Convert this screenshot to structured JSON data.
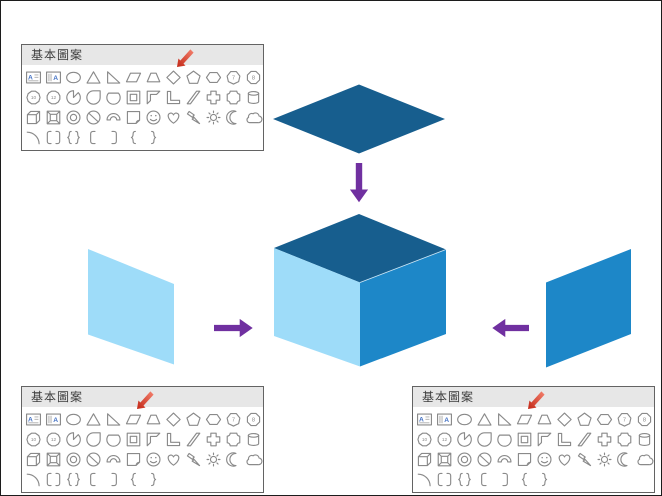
{
  "colors": {
    "dark_blue": "#175e8e",
    "medium_blue": "#1d87c8",
    "light_blue": "#9edcf9",
    "purple_arrow": "#7030a0",
    "red_arrow_light": "#f4826f",
    "red_arrow_dark": "#c22716",
    "palette_header_bg": "#e7e7e7",
    "palette_border": "#636363",
    "icon_stroke": "#8a8a8a",
    "icon_letter_blue": "#4472c4"
  },
  "palette": {
    "title": "基本圖案",
    "text_box_letter": "A",
    "polygon_labels": {
      "heptagon": "7",
      "octagon": "8",
      "decagon": "10",
      "dodecagon": "12"
    },
    "rows": [
      [
        "text-box",
        "vertical-text-box",
        "oval",
        "isosceles-triangle",
        "right-triangle",
        "parallelogram",
        "trapezoid",
        "diamond",
        "pentagon",
        "hexagon",
        "heptagon",
        "octagon"
      ],
      [
        "decagon",
        "dodecagon",
        "pie",
        "teardrop",
        "chord",
        "frame",
        "half-frame",
        "corner",
        "diagonal-stripe",
        "cross",
        "plaque",
        "can"
      ],
      [
        "cube",
        "bevel",
        "donut",
        "no-symbol",
        "block-arc",
        "folded-corner",
        "smiley-face",
        "heart",
        "lightning-bolt",
        "sun",
        "moon",
        "cloud"
      ],
      [
        "arc",
        "double-bracket",
        "double-brace",
        "left-bracket",
        "right-bracket",
        "left-brace",
        "right-brace"
      ]
    ],
    "instances": [
      {
        "id": "top-left",
        "arrow_points_to": "diamond"
      },
      {
        "id": "bottom-left",
        "arrow_points_to": "parallelogram"
      },
      {
        "id": "bottom-right",
        "arrow_points_to": "parallelogram"
      }
    ]
  },
  "diagram": {
    "shapes": [
      {
        "name": "top-diamond",
        "fill_key": "dark_blue"
      },
      {
        "name": "cube-top-face",
        "fill_key": "dark_blue"
      },
      {
        "name": "cube-left-face",
        "fill_key": "light_blue"
      },
      {
        "name": "cube-right-face",
        "fill_key": "medium_blue"
      },
      {
        "name": "left-parallelogram",
        "fill_key": "light_blue"
      },
      {
        "name": "right-parallelogram",
        "fill_key": "medium_blue"
      }
    ]
  }
}
